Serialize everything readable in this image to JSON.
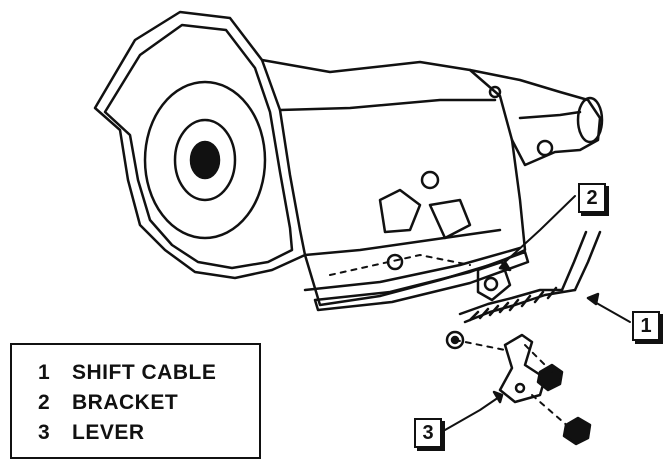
{
  "legend": {
    "items": [
      {
        "number": "1",
        "label": "SHIFT CABLE"
      },
      {
        "number": "2",
        "label": "BRACKET"
      },
      {
        "number": "3",
        "label": "LEVER"
      }
    ]
  },
  "callouts": {
    "one": "1",
    "two": "2",
    "three": "3"
  }
}
